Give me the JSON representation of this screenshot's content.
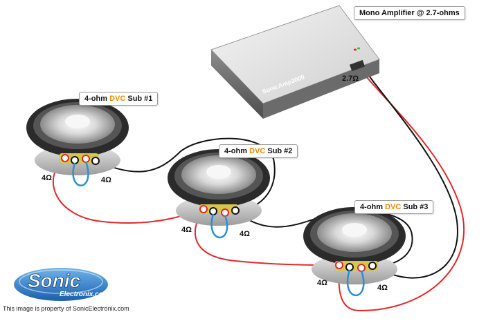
{
  "amplifier": {
    "callout": "Mono Amplifier @ 2.7-ohms",
    "brand": "SonicAmp3000",
    "load": "2.7Ω"
  },
  "subs": [
    {
      "label_pre": "4-ohm ",
      "label_accent": "DVC",
      "label_post": " Sub #1",
      "coil_left": "4Ω",
      "coil_right": "4Ω"
    },
    {
      "label_pre": "4-ohm ",
      "label_accent": "DVC",
      "label_post": " Sub #2",
      "coil_left": "4Ω",
      "coil_right": "4Ω"
    },
    {
      "label_pre": "4-ohm ",
      "label_accent": "DVC",
      "label_post": " Sub #3",
      "coil_left": "4Ω",
      "coil_right": "4Ω"
    }
  ],
  "logo": {
    "main": "Sonic",
    "sub": "Electronix.com"
  },
  "footer": "This image is property of SonicElectronix.com",
  "colors": {
    "positive_wire": "#e3282b",
    "negative_wire": "#111111",
    "jumper": "#2b8fd6",
    "accent": "#f08a00"
  }
}
